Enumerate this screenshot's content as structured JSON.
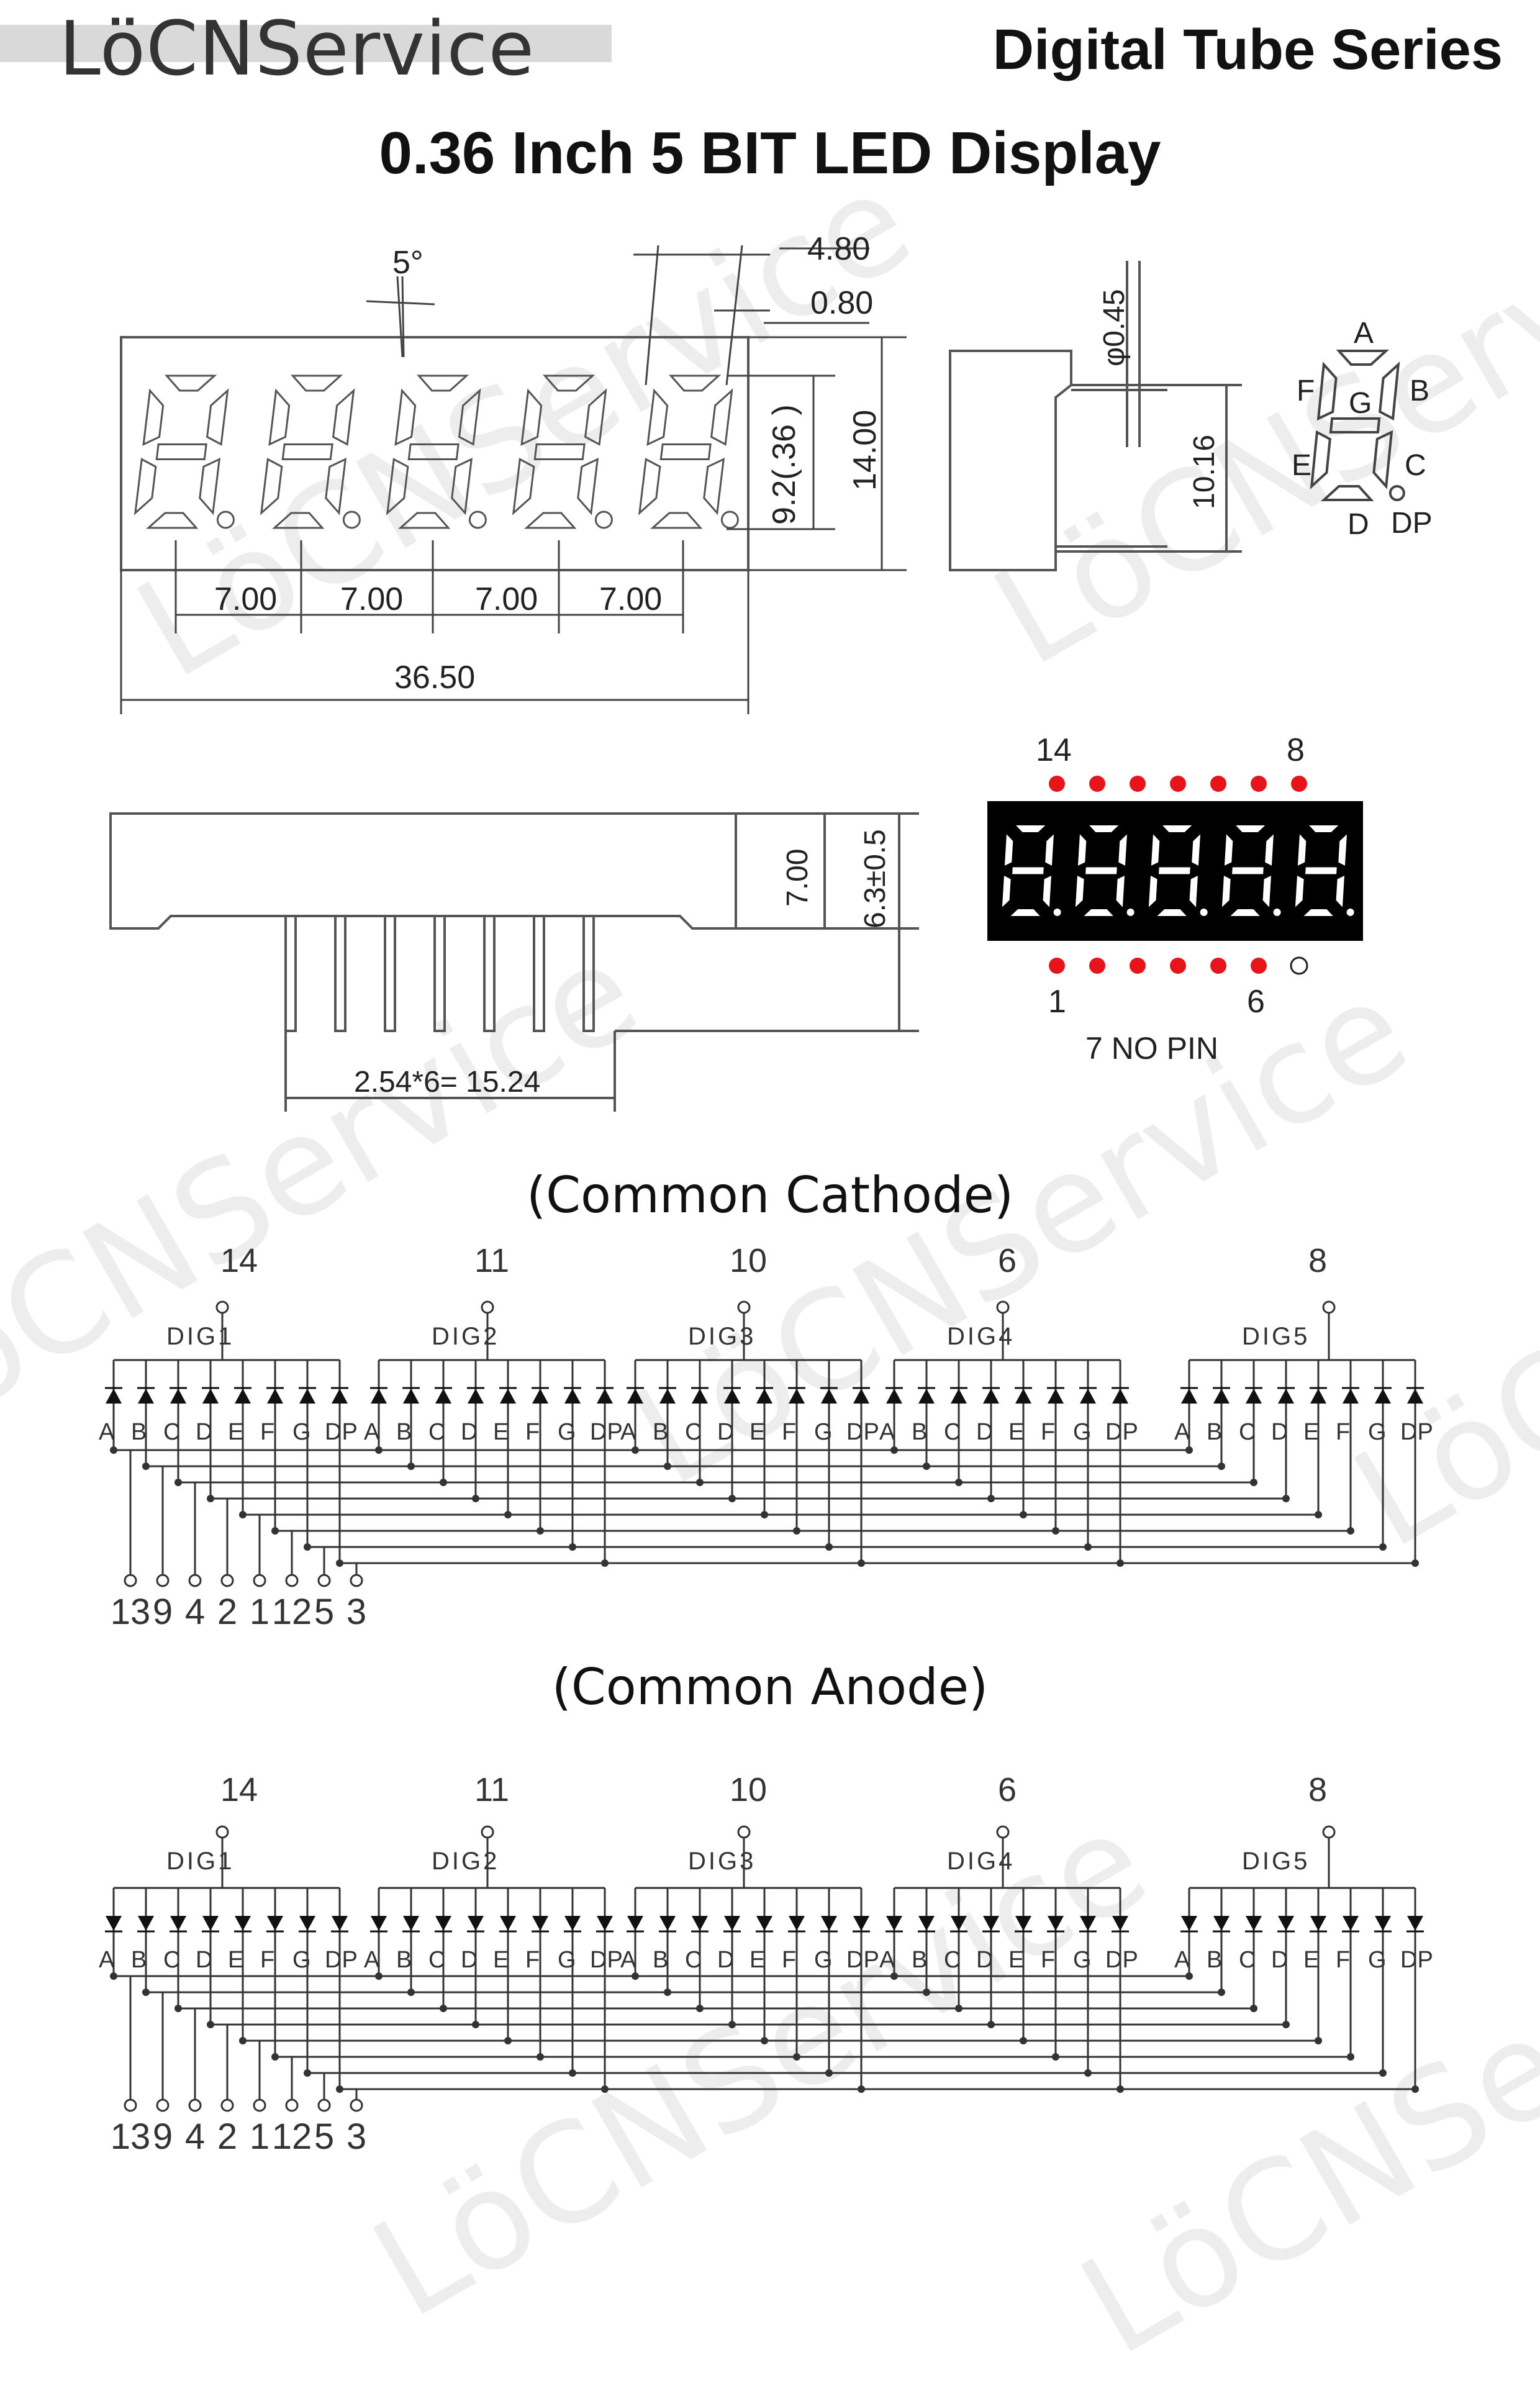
{
  "header": {
    "brand": "LöCNService",
    "series": "Digital Tube Series",
    "title": "0.36 Inch 5 BIT LED Display"
  },
  "watermark": "LöCNService",
  "front_view": {
    "angle": "5°",
    "dim_4_80": "4.80",
    "dim_0_80": "0.80",
    "digit_height": "9.2(.36 )",
    "height": "14.00",
    "pitch": [
      "7.00",
      "7.00",
      "7.00",
      "7.00"
    ],
    "width": "36.50"
  },
  "side_view": {
    "pin_diameter": "φ0.45",
    "pin_row_spacing": "10.16"
  },
  "segment_map": {
    "labels": [
      "A",
      "B",
      "C",
      "D",
      "E",
      "F",
      "G",
      "DP"
    ]
  },
  "bottom_view": {
    "body_height": "7.00",
    "pin_length": "6.3±0.5",
    "pin_pitch": "2.54*6= 15.24"
  },
  "pinout": {
    "top_first": "14",
    "top_last": "8",
    "bottom_first": "1",
    "bottom_last": "6",
    "note": "7 NO PIN",
    "colors": {
      "pin": "#e8141c",
      "display_bg": "#000000",
      "segment": "#ffffff",
      "empty_pin": "#ffffff"
    }
  },
  "common_cathode": {
    "title": "(Common Cathode)",
    "digit_pins": [
      "14",
      "11",
      "10",
      "6",
      "8"
    ],
    "digit_labels": [
      "DIG1",
      "DIG2",
      "DIG3",
      "DIG4",
      "DIG5"
    ],
    "segment_labels": [
      "A",
      "B",
      "C",
      "D",
      "E",
      "F",
      "G",
      "DP"
    ],
    "segment_pins": [
      "13",
      "9",
      "4",
      "2",
      "1",
      "12",
      "5",
      "3"
    ]
  },
  "common_anode": {
    "title": "(Common Anode)",
    "digit_pins": [
      "14",
      "11",
      "10",
      "6",
      "8"
    ],
    "digit_labels": [
      "DIG1",
      "DIG2",
      "DIG3",
      "DIG4",
      "DIG5"
    ],
    "segment_labels": [
      "A",
      "B",
      "C",
      "D",
      "E",
      "F",
      "G",
      "DP"
    ],
    "segment_pins": [
      "13",
      "9",
      "4",
      "2",
      "1",
      "12",
      "5",
      "3"
    ]
  }
}
